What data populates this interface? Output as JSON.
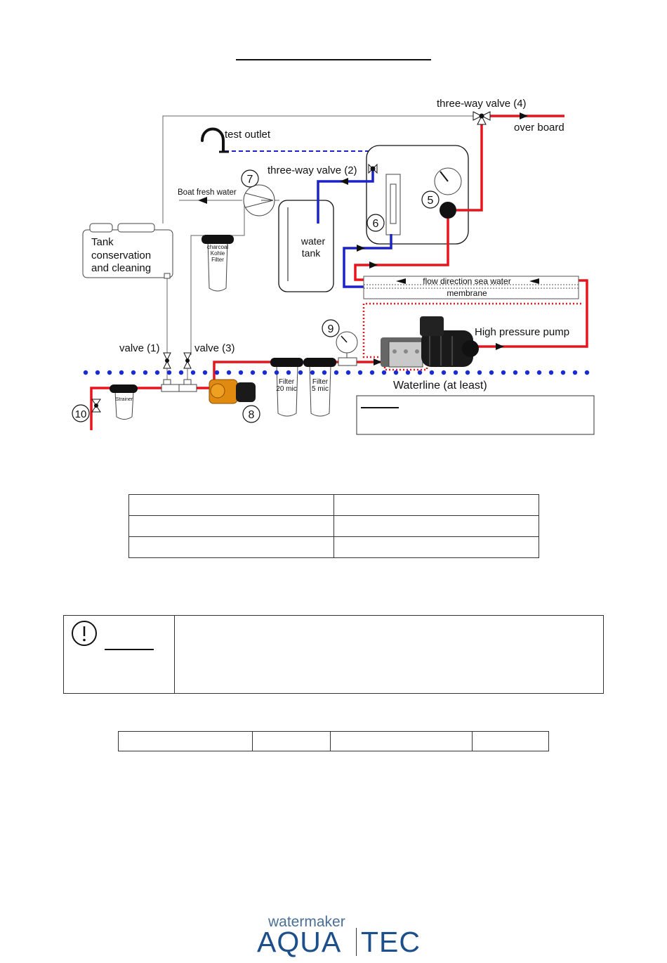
{
  "diagram": {
    "labels": {
      "three_way_valve_4": "three-way valve (4)",
      "over_board": "over board",
      "test_outlet": "test outlet",
      "three_way_valve_2": "three-way valve (2)",
      "boat_fresh_water": "Boat fresh water",
      "tank_line1": "Tank",
      "tank_line2": "conservation",
      "tank_line3": "and cleaning",
      "charcoal_line1": "charcoal",
      "charcoal_line2": "Kohle",
      "charcoal_line3": "Filter",
      "water_tank_line1": "water",
      "water_tank_line2": "tank",
      "flow_direction": "flow direction sea water",
      "membrane": "membrane",
      "high_pressure_pump": "High pressure pump",
      "valve_1": "valve (1)",
      "valve_3": "valve (3)",
      "waterline": "Waterline (at least)",
      "strainer": "Strainer",
      "filter_20_line1": "Filter",
      "filter_20_line2": "20 mic",
      "filter_5_line1": "Filter",
      "filter_5_line2": "5 mic"
    },
    "numbers": {
      "n5": "5",
      "n6": "6",
      "n7": "7",
      "n8": "8",
      "n9": "9",
      "n10": "10"
    },
    "colors": {
      "sea_water": "#e8141b",
      "fresh_water": "#1a22c8",
      "waterline_dots": "#1a2ad6",
      "line": "#555555"
    }
  },
  "logo": {
    "small": "watermaker",
    "aqua": "AQUA",
    "tec": "TEC"
  },
  "icons": {
    "warning": "exclamation-circle-icon"
  }
}
